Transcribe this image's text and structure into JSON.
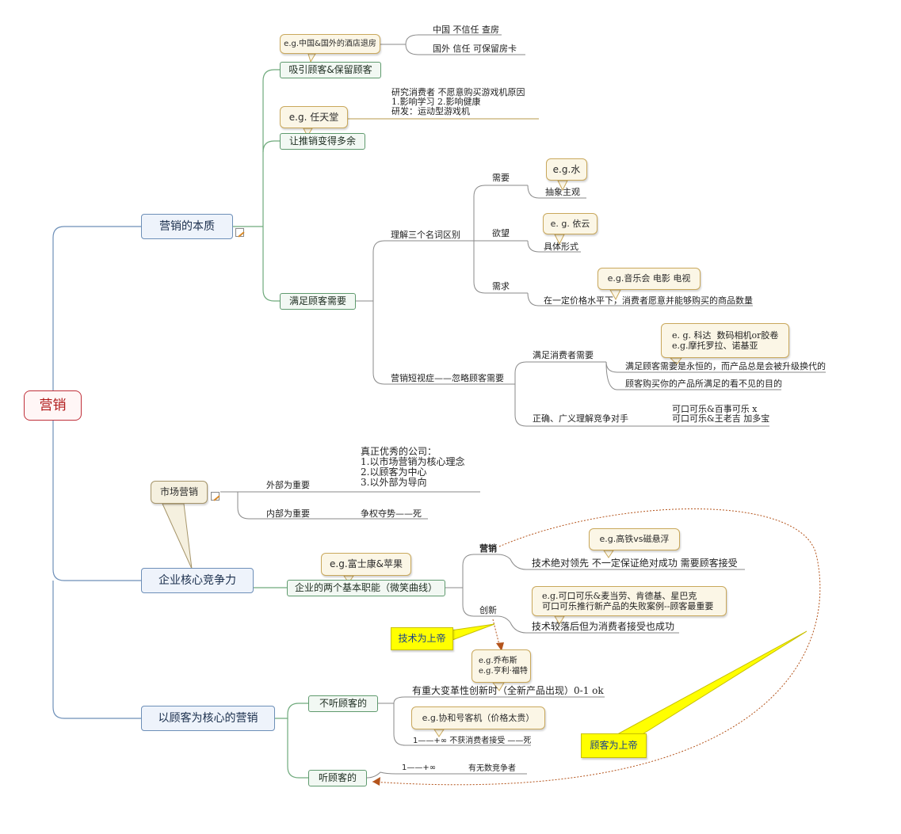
{
  "root": {
    "label": "营销"
  },
  "branches": {
    "essence": {
      "label": "营销的本质",
      "attract": {
        "label": "吸引顾客&保留顾客",
        "example": "e.g.中国&国外的酒店退房",
        "china": "中国 不信任 查房",
        "abroad": "国外 信任 可保留房卡"
      },
      "redundant": {
        "label": "让推销变得多余",
        "example": "e.g.  任天堂",
        "detail": "研究消费者 不愿意购买游戏机原因\n1.影响学习 2.影响健康\n研发：运动型游戏机"
      },
      "satisfy": {
        "label": "满足顾客需要",
        "three_terms": {
          "label": "理解三个名词区别",
          "need": {
            "label": "需要",
            "example": "e.g.水",
            "desc": "抽象主观"
          },
          "want": {
            "label": "欲望",
            "example": "e. g. 依云",
            "desc": "具体形式"
          },
          "demand": {
            "label": "需求",
            "example": "e.g.音乐会 电影 电视",
            "desc": "在一定价格水平下，消费者愿意并能够购买的商品数量"
          }
        },
        "myopia": {
          "label": "营销短视症——忽略顾客需要",
          "consumer": {
            "label": "满足消费者需要",
            "example": "e. g. 科达  数码相机or胶卷\ne.g.摩托罗拉、诺基亚",
            "eternal": "满足顾客需要是永恒的，而产品总是会被升级换代的",
            "purpose": "顾客购买你的产品所满足的看不见的目的"
          },
          "competitor": {
            "label": "正确、广义理解竞争对手",
            "detail": "可口可乐&百事可乐 x\n可口可乐&王老吉 加多宝"
          }
        }
      }
    },
    "core": {
      "label": "企业核心竞争力",
      "callout": "市场营销",
      "external": {
        "label": "外部为重要",
        "detail": "真正优秀的公司：\n1.以市场营销为核心理念\n2.以顾客为中心\n3.以外部为导向"
      },
      "internal": {
        "label": "内部为重要",
        "detail": "争权夺势——死"
      },
      "functions": {
        "label": "企业的两个基本职能（微笑曲线）",
        "example": "e.g.富士康&苹果",
        "marketing": {
          "label": "营销",
          "example": "e.g.高铁vs磁悬浮",
          "detail": "技术绝对领先 不一定保证绝对成功 需要顾客接受"
        },
        "innovation": {
          "label": "创新",
          "example": "e.g.可口可乐&麦当劳、肯德基、星巴克\n可口可乐推行新产品的失败案例--顾客最重要",
          "detail": "技术较落后但为消费者接受也成功"
        }
      },
      "tech_god": "技术为上帝"
    },
    "customer": {
      "label": "以顾客为核心的营销",
      "not_listen": {
        "label": "不听顾客的",
        "example": "e.g.乔布斯\ne.g.亨利·福特",
        "major": "有重大变革性创新时（全新产品出现）0-1 ok",
        "example2": "e.g.协和号客机（价格太贵）",
        "infinity": "1——+∞ 不获消费者接受 ——死"
      },
      "listen": {
        "label": "听顾客的",
        "range": "1——+∞",
        "competitors": "有无数竞争者"
      },
      "customer_god": "顾客为上帝"
    }
  },
  "colors": {
    "root_border": "#c0303a",
    "main_border": "#6d8fb8",
    "sub_border": "#5f9a6e",
    "note_border": "#c9a85c",
    "callout_yellow": "#ffff00",
    "arrow": "#b4541c"
  }
}
